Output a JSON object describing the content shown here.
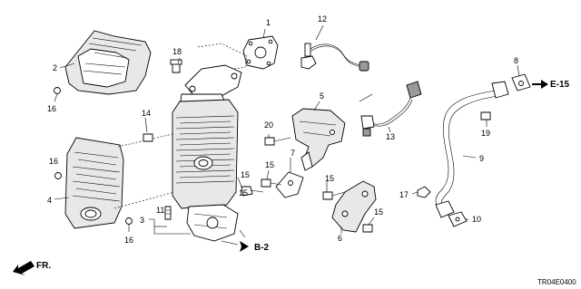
{
  "callouts": {
    "c1": "1",
    "c2": "2",
    "c3": "3",
    "c4": "4",
    "c5": "5",
    "c6": "6",
    "c7": "7",
    "c8": "8",
    "c9": "9",
    "c10": "10",
    "c11": "11",
    "c12": "12",
    "c13": "13",
    "c14": "14",
    "c15a": "15",
    "c15b": "15",
    "c15c": "15",
    "c15d": "15",
    "c15e": "15",
    "c16a": "16",
    "c16b": "16",
    "c16c": "16",
    "c17": "17",
    "c18": "18",
    "c19": "19",
    "c20": "20"
  },
  "refs": {
    "e15": "E-15",
    "b2": "B-2",
    "front": "FR."
  },
  "diagram_code": "TR04E0400"
}
